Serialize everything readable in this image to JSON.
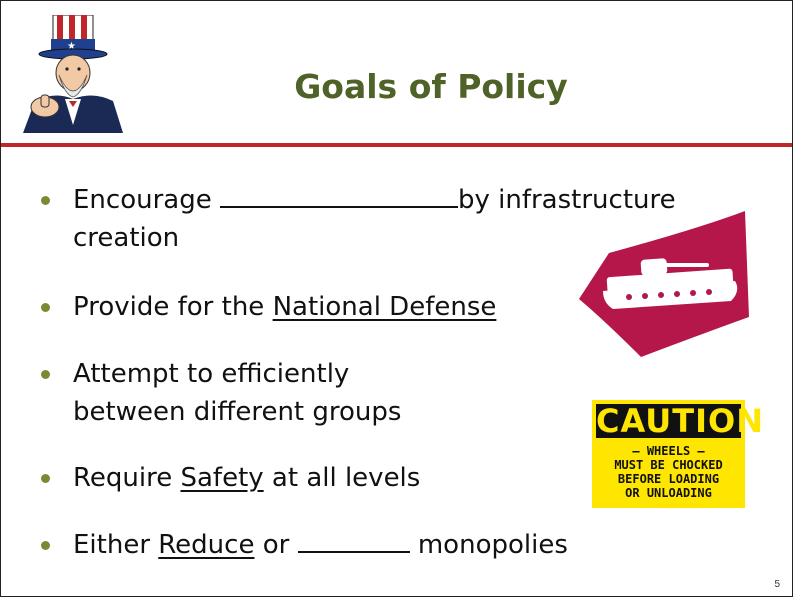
{
  "slide": {
    "title": "Goals of Policy",
    "page_number": "5"
  },
  "bullets": [
    {
      "before": "Encourage ",
      "after": "by infrastructure",
      "line2": "creation"
    },
    {
      "before": "Provide for the ",
      "underlined": "National Defense"
    },
    {
      "line1": "Attempt to efficiently",
      "line2": "between different groups"
    },
    {
      "underlined": "Safety",
      "after": " at all levels",
      "before": "Require "
    },
    {
      "before": "Either ",
      "underlined": "Reduce",
      "middle": " or ",
      "after": " monopolies"
    }
  ],
  "caution_sign": {
    "heading": "CAUTION",
    "lines": [
      "– WHEELS –",
      "MUST BE CHOCKED",
      "BEFORE LOADING",
      "OR UNLOADING"
    ]
  },
  "colors": {
    "title": "#4f6228",
    "rule": "#c0272d",
    "bullet": "#7a8a33",
    "tank_sign": "#b5174a",
    "caution_yellow": "#ffe600"
  },
  "images": {
    "uncle_sam": "uncle-sam-illustration",
    "tank_sign": "tank-crossing-sign",
    "caution_sign": "caution-sign"
  }
}
